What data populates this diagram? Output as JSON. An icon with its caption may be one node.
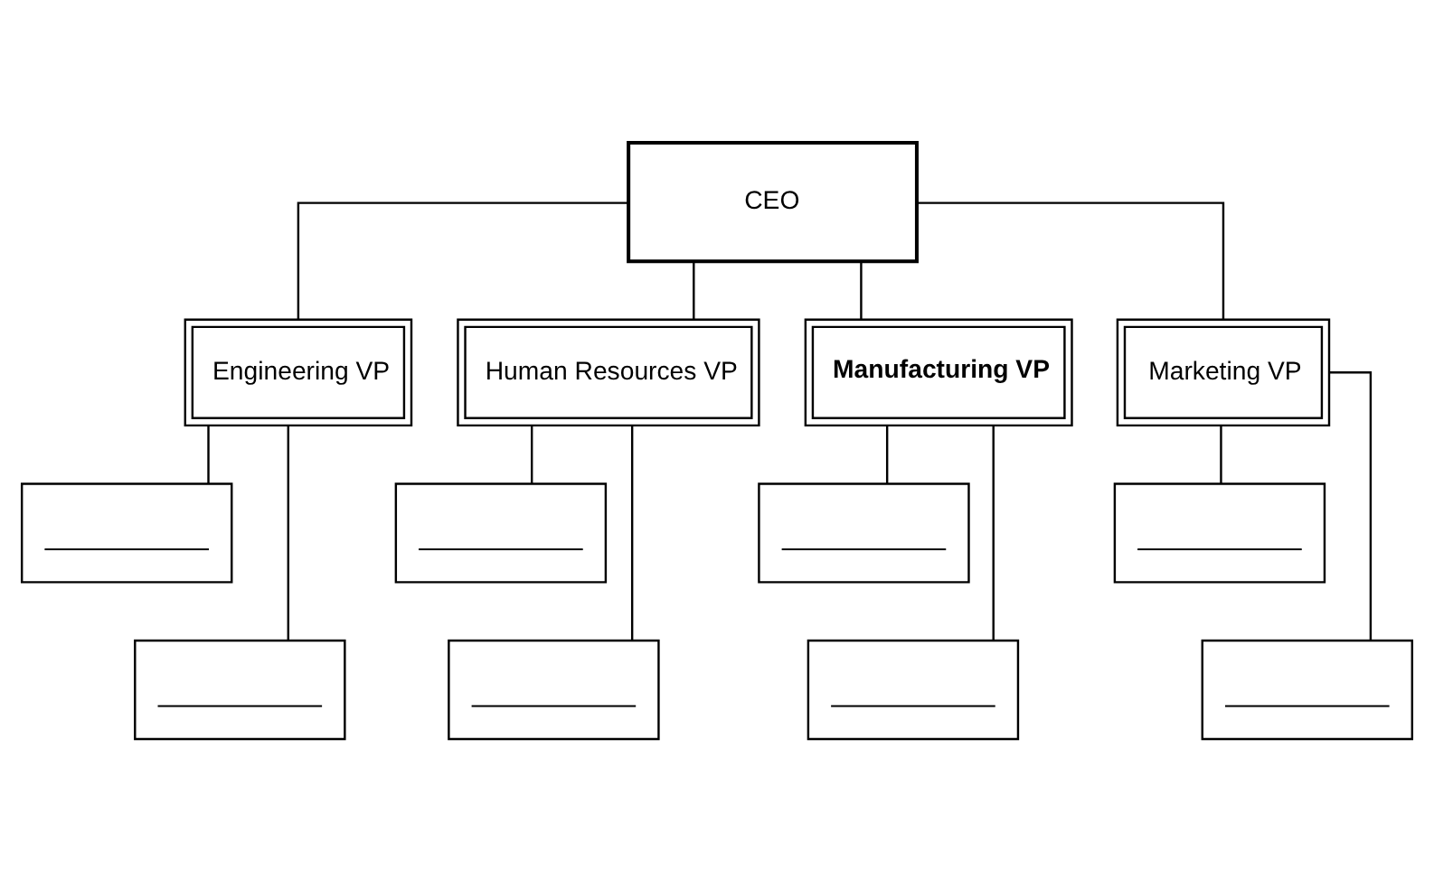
{
  "diagram": {
    "nodes": [
      {
        "text": [
          "CEO"
        ]
      },
      {
        "text": [
          "Engineering VP"
        ]
      },
      {
        "text": [
          "Human Resources VP"
        ]
      },
      {
        "text": [
          "Manufacturing VP"
        ]
      },
      {
        "text": [
          "Marketing VP"
        ]
      },
      {
        "text": [],
        "shape": "box"
      },
      {
        "text": [],
        "shape": "box"
      },
      {
        "text": [],
        "shape": "box"
      },
      {
        "text": [],
        "shape": "box"
      },
      {
        "text": [],
        "shape": "box"
      },
      {
        "text": [],
        "shape": "box"
      },
      {
        "text": [],
        "shape": "box"
      },
      {
        "text": [],
        "shape": "box"
      }
    ],
    "edges": [
      {
        "from": 0,
        "to": 1,
        "arrow": "none"
      },
      {
        "from": 0,
        "to": 2,
        "arrow": "none"
      },
      {
        "from": 0,
        "to": 3,
        "arrow": "none"
      },
      {
        "from": 0,
        "to": 4,
        "arrow": "none"
      },
      {
        "from": 1,
        "to": 5,
        "arrow": "none"
      },
      {
        "from": 1,
        "to": 6,
        "arrow": "none"
      },
      {
        "from": 2,
        "to": 7,
        "arrow": "none"
      },
      {
        "from": 2,
        "to": 8,
        "arrow": "none"
      },
      {
        "from": 3,
        "to": 9,
        "arrow": "none"
      },
      {
        "from": 3,
        "to": 10,
        "arrow": "none"
      },
      {
        "from": 4,
        "to": 11,
        "arrow": "none"
      },
      {
        "from": 4,
        "to": 12,
        "arrow": "none"
      }
    ]
  }
}
